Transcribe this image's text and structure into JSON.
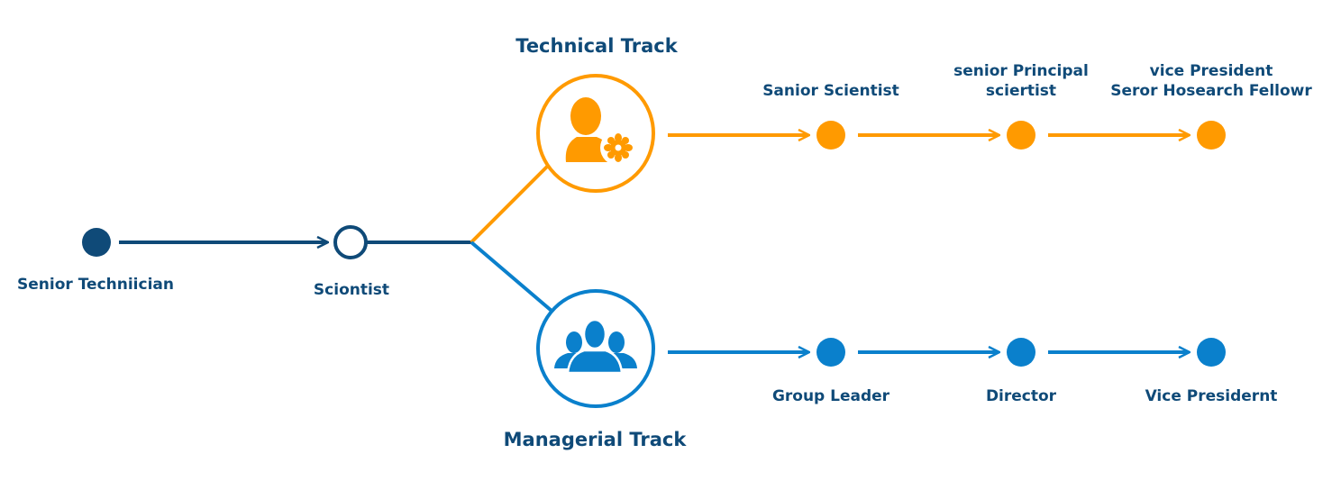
{
  "colors": {
    "base": "#0f4a78",
    "technical": "#ff9a00",
    "managerial": "#0a80cc",
    "label": "#0f4a78"
  },
  "start": {
    "nodes": [
      {
        "id": "senior-technician",
        "label": "Senior Techniician",
        "style": "filled"
      },
      {
        "id": "scientist",
        "label": "Sciontist",
        "style": "hollow"
      }
    ]
  },
  "tracks": {
    "technical": {
      "title": "Technical Track",
      "icon": "user-gear-icon",
      "nodes": [
        {
          "lines": [
            "Sanior Scientist"
          ]
        },
        {
          "lines": [
            "senior Principal",
            "sciertist"
          ]
        },
        {
          "lines": [
            "vice President",
            "Seror Hosearch Fellowr"
          ]
        }
      ]
    },
    "managerial": {
      "title": "Managerial Track",
      "icon": "users-group-icon",
      "nodes": [
        {
          "lines": [
            "Group Leader"
          ]
        },
        {
          "lines": [
            "Director"
          ]
        },
        {
          "lines": [
            "Vice Presidernt"
          ]
        }
      ]
    }
  }
}
